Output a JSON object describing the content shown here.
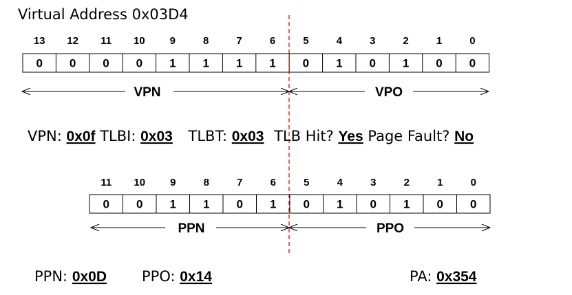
{
  "title": "Virtual Address 0x03D4",
  "virtual": {
    "bit_indices": [
      "13",
      "12",
      "11",
      "10",
      "9",
      "8",
      "7",
      "6",
      "5",
      "4",
      "3",
      "2",
      "1",
      "0"
    ],
    "bits": [
      "0",
      "0",
      "0",
      "0",
      "1",
      "1",
      "1",
      "1",
      "0",
      "1",
      "0",
      "1",
      "0",
      "0"
    ],
    "left_field": "VPN",
    "right_field": "VPO"
  },
  "lookup": {
    "vpn_label": "VPN:",
    "vpn_value": "0x0f",
    "tlbi_label": "TLBI:",
    "tlbi_value": "0x03",
    "tlbt_label": "TLBT:",
    "tlbt_value": "0x03",
    "tlb_hit_label": "TLB Hit?",
    "tlb_hit_value": "Yes",
    "page_fault_label": "Page Fault?",
    "page_fault_value": "No"
  },
  "physical": {
    "bit_indices": [
      "11",
      "10",
      "9",
      "8",
      "7",
      "6",
      "5",
      "4",
      "3",
      "2",
      "1",
      "0"
    ],
    "bits": [
      "0",
      "0",
      "1",
      "1",
      "0",
      "1",
      "0",
      "1",
      "0",
      "1",
      "0",
      "0"
    ],
    "left_field": "PPN",
    "right_field": "PPO"
  },
  "results": {
    "ppn_label": "PPN:",
    "ppn_prefix": "0x",
    "ppn_digits": "0D",
    "ppo_label": "PPO:",
    "ppo_value": "0x14",
    "pa_label": "PA:",
    "pa_value": "0x354"
  },
  "colors": {
    "divider": "#cc0000",
    "highlight": "#7030a0"
  }
}
